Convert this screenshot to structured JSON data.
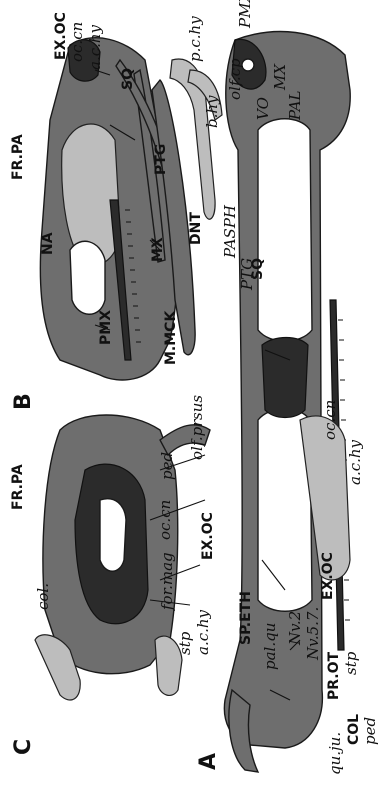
{
  "figure": {
    "panels": [
      "A",
      "B",
      "C"
    ],
    "panel_A_labels": [
      "PMX",
      "VO",
      "MX",
      "PAL",
      "PASPH",
      "SQ",
      "PTG",
      "a.c.hy",
      "oc.cn",
      "EX.OC",
      "olf.cp",
      "SP.ETH",
      "pal.qu",
      "Nv.2",
      "Nv.5.7.",
      "PR.OT",
      "stp",
      "COL",
      "ped",
      "qu.ju."
    ],
    "panel_B_labels": [
      "EX.OC",
      "oc.cn",
      "a.c.hy",
      "p.c.hy",
      "SQ",
      "b.hy",
      "FR.PA",
      "PTG",
      "NA",
      "MX",
      "DNT",
      "PMX",
      "M.MCK"
    ],
    "panel_C_labels": [
      "olf.pr",
      "sus",
      "ped",
      "EX.OC",
      "oc.cn",
      "FR.PA",
      "for.mag",
      "col.",
      "stp",
      "a.c.hy"
    ]
  }
}
